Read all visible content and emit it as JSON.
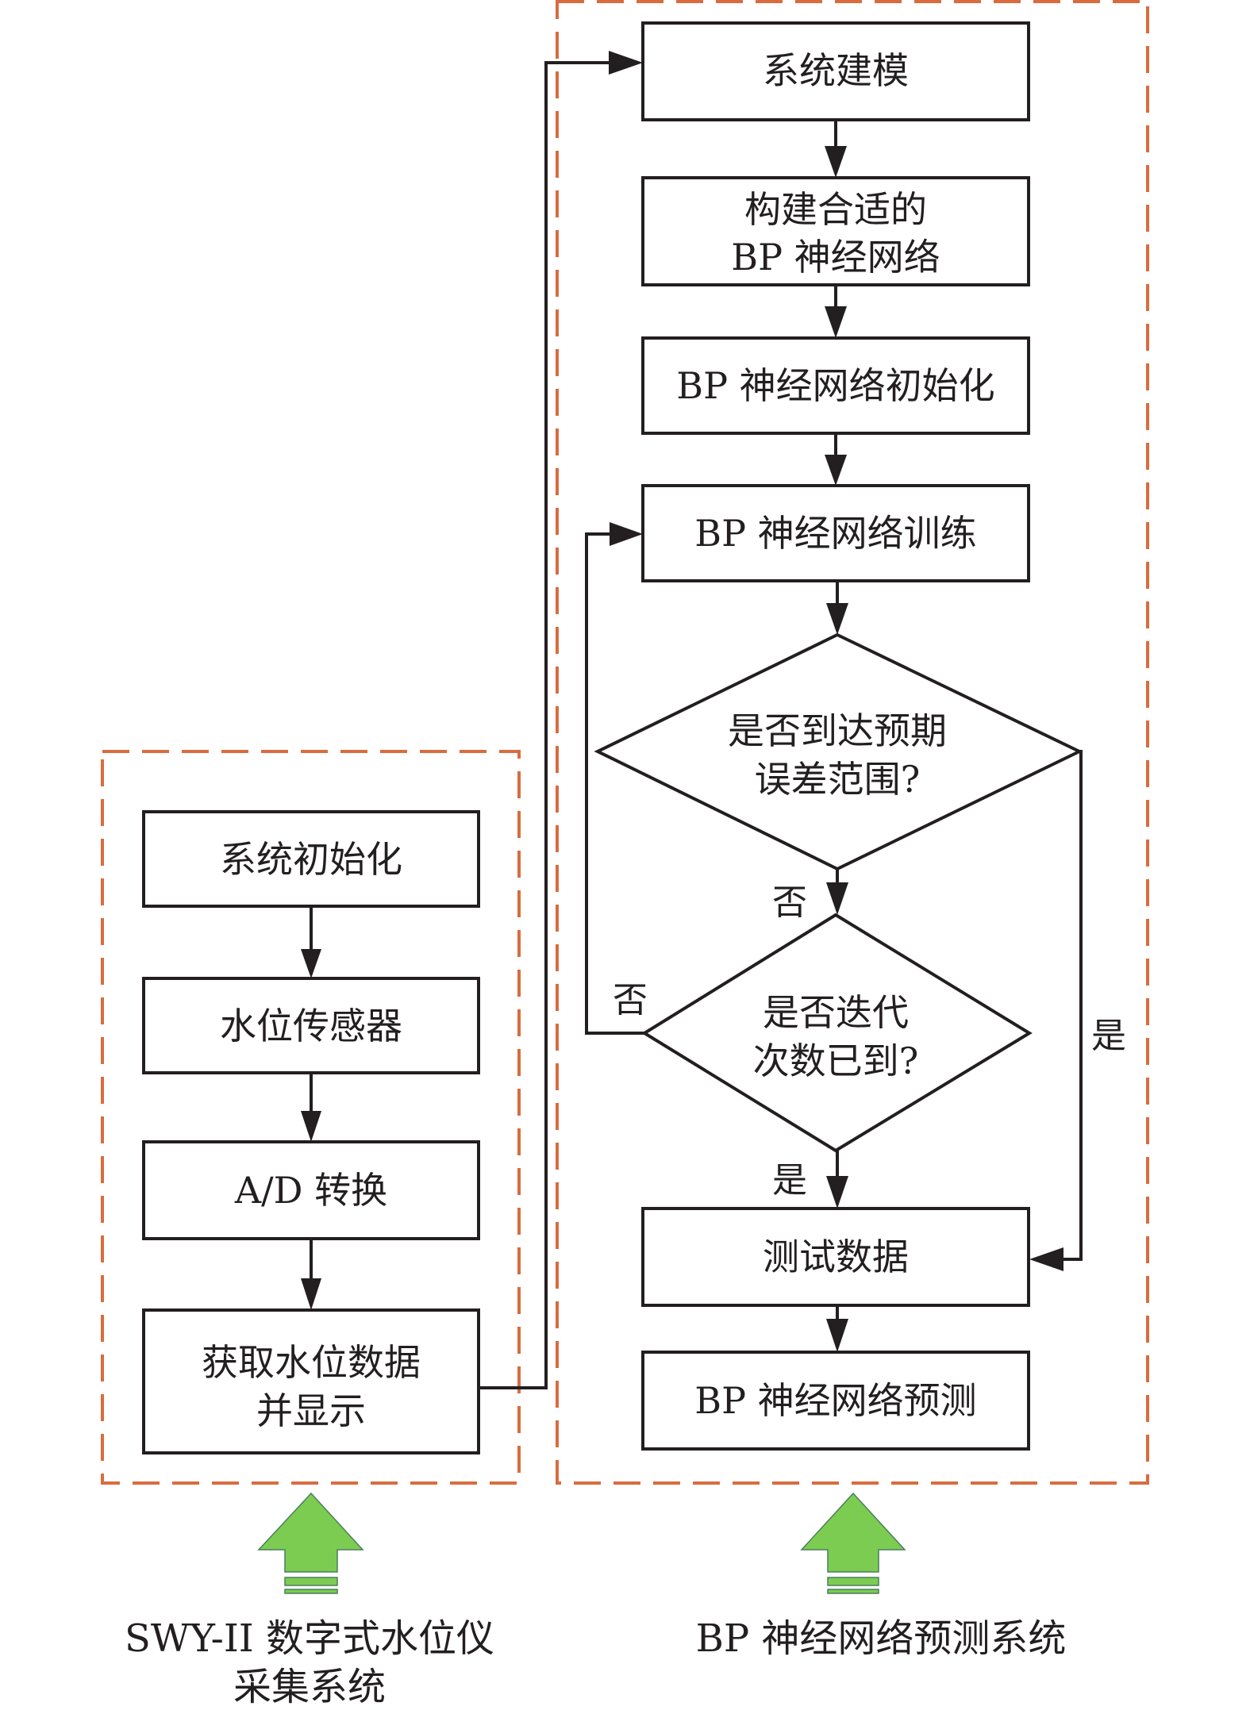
{
  "diagram": {
    "type": "flowchart",
    "colors": {
      "line": "#231f20",
      "group_border": "#d96c3f",
      "indicator_fill": "#7dcc52",
      "indicator_stroke": "#4a7f5c"
    },
    "groups": {
      "acquisition": {
        "caption_lines": [
          "SWY-II 数字式水位仪",
          "采集系统"
        ],
        "nodes": [
          {
            "id": "sys-init",
            "lines": [
              "系统初始化"
            ]
          },
          {
            "id": "water-sensor",
            "lines": [
              "水位传感器"
            ]
          },
          {
            "id": "ad-convert",
            "lines": [
              "A/D 转换"
            ]
          },
          {
            "id": "get-display",
            "lines": [
              "获取水位数据",
              "并显示"
            ]
          }
        ]
      },
      "prediction": {
        "caption_lines": [
          "BP 神经网络预测系统"
        ],
        "nodes": [
          {
            "id": "modeling",
            "lines": [
              "系统建模"
            ]
          },
          {
            "id": "build-bp",
            "lines": [
              "构建合适的",
              "BP 神经网络"
            ]
          },
          {
            "id": "bp-init",
            "lines": [
              "BP 神经网络初始化"
            ]
          },
          {
            "id": "bp-train",
            "lines": [
              "BP 神经网络训练"
            ]
          },
          {
            "id": "error-check",
            "shape": "diamond",
            "lines": [
              "是否到达预期",
              "误差范围?"
            ]
          },
          {
            "id": "iter-check",
            "shape": "diamond",
            "lines": [
              "是否迭代",
              "次数已到?"
            ]
          },
          {
            "id": "test-data",
            "lines": [
              "测试数据"
            ]
          },
          {
            "id": "bp-predict",
            "lines": [
              "BP 神经网络预测"
            ]
          }
        ]
      }
    },
    "edges": [
      {
        "from": "sys-init",
        "to": "water-sensor",
        "label": ""
      },
      {
        "from": "water-sensor",
        "to": "ad-convert",
        "label": ""
      },
      {
        "from": "ad-convert",
        "to": "get-display",
        "label": ""
      },
      {
        "from": "get-display",
        "to": "modeling",
        "label": ""
      },
      {
        "from": "modeling",
        "to": "build-bp",
        "label": ""
      },
      {
        "from": "build-bp",
        "to": "bp-init",
        "label": ""
      },
      {
        "from": "bp-init",
        "to": "bp-train",
        "label": ""
      },
      {
        "from": "bp-train",
        "to": "error-check",
        "label": ""
      },
      {
        "from": "error-check",
        "to": "iter-check",
        "label": "否"
      },
      {
        "from": "error-check",
        "to": "test-data",
        "label": "是"
      },
      {
        "from": "iter-check",
        "to": "bp-train",
        "label": "否"
      },
      {
        "from": "iter-check",
        "to": "test-data",
        "label": "是"
      },
      {
        "from": "test-data",
        "to": "bp-predict",
        "label": ""
      }
    ]
  }
}
